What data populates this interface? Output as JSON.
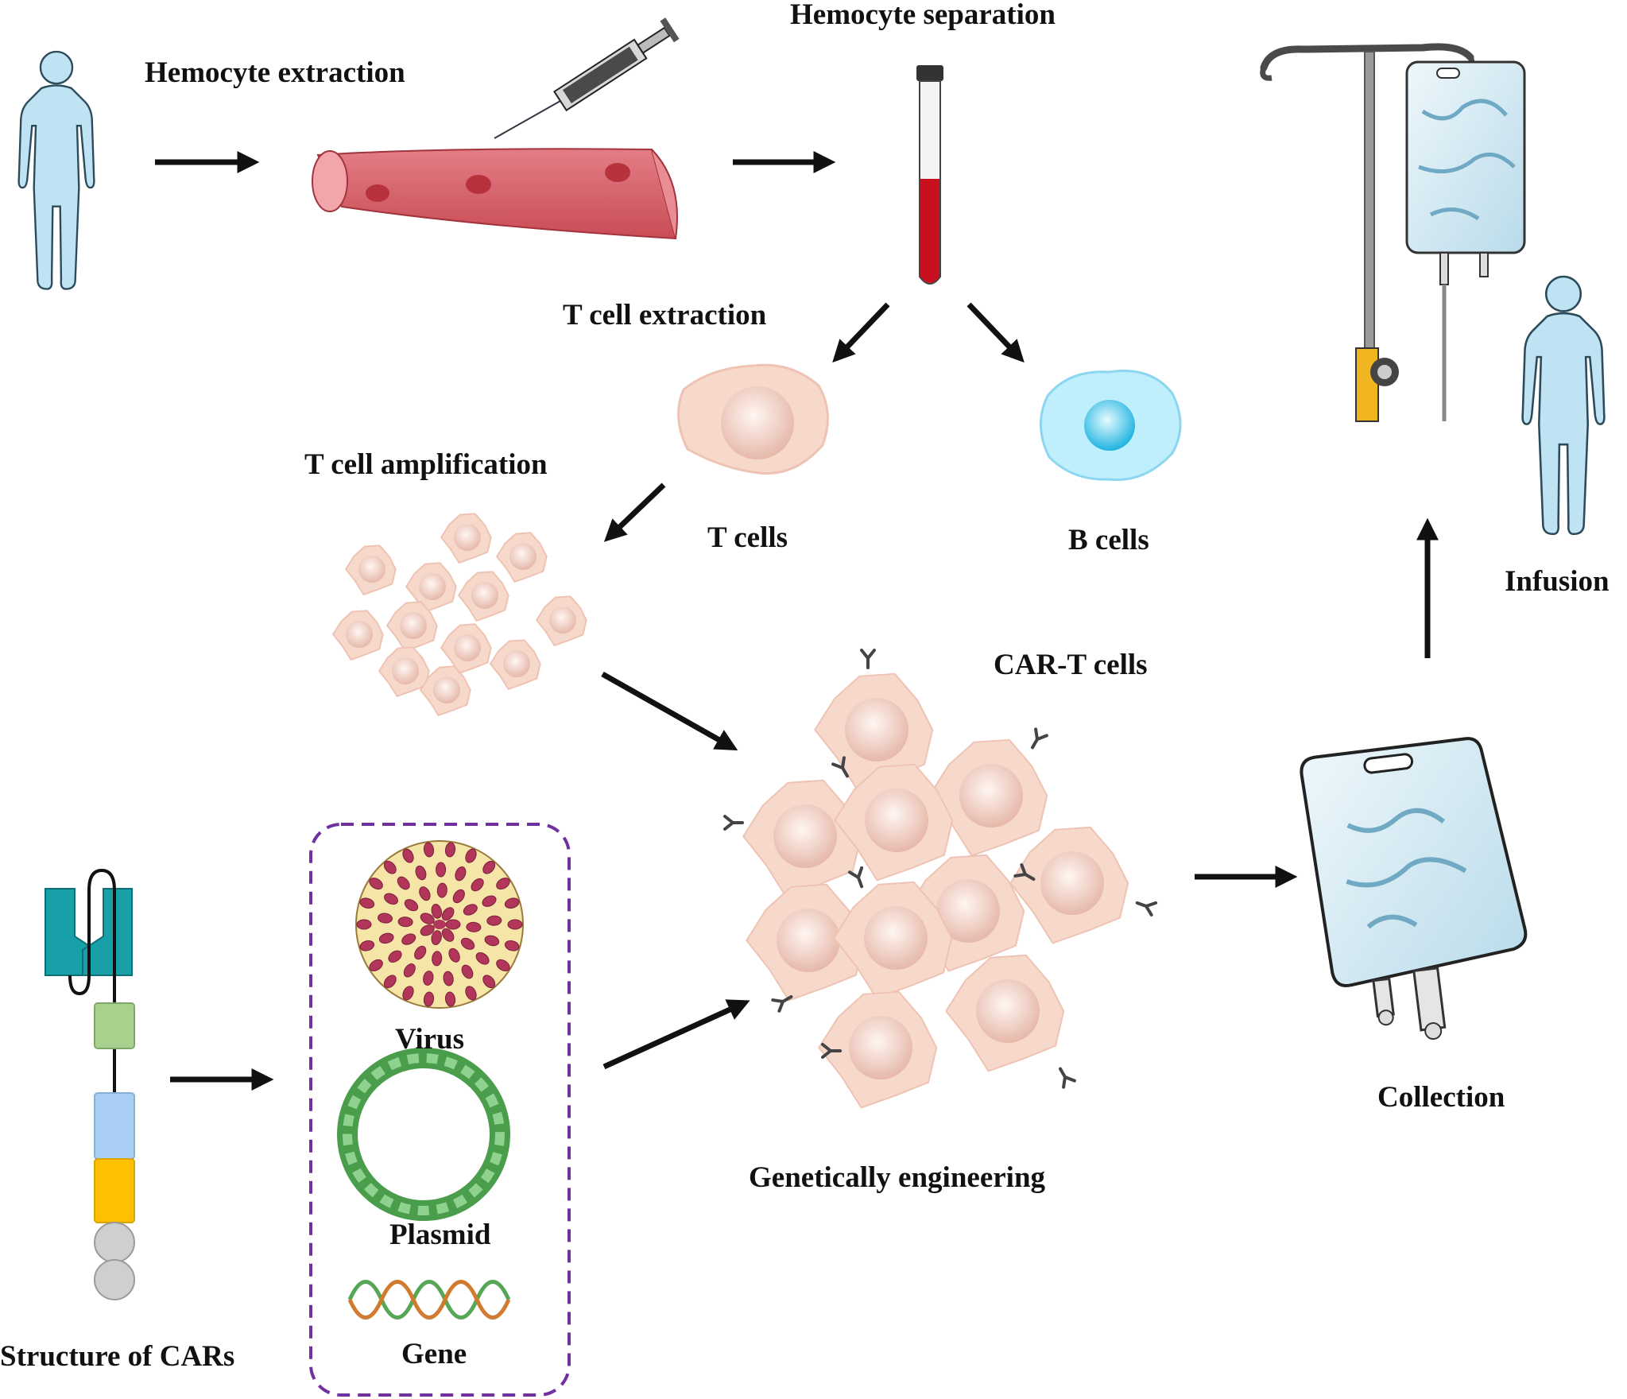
{
  "labels": {
    "hemocyte_extraction": "Hemocyte extraction",
    "hemocyte_separation": "Hemocyte separation",
    "t_cell_extraction": "T cell extraction",
    "t_cell_amplification": "T cell amplification",
    "t_cells": "T cells",
    "b_cells": "B cells",
    "infusion": "Infusion",
    "car_t_cells": "CAR-T cells",
    "collection": "Collection",
    "genetically_engineering": "Genetically engineering",
    "structure_of_cars": "Structure of CARs",
    "virus": "Virus",
    "plasmid": "Plasmid",
    "gene": "Gene"
  },
  "colors": {
    "human_silhouette": "#bfe3f2",
    "blood_vessel": "#d9646c",
    "blood": "#c8101e",
    "t_cell": "#f7d9cc",
    "b_cell": "#9fe0f5",
    "iv_bag": "#d8ecf5",
    "car_domain_1": "#17a0a8",
    "car_domain_2": "#a9d18e",
    "car_domain_3": "#a9cff5",
    "car_domain_4": "#ffc000",
    "car_domain_5": "#c9c9c9",
    "vector_box_border": "#7030a0",
    "virus_shell": "#f5e6a8",
    "virus_spike": "#b2355a",
    "plasmid": "#5cb85c"
  }
}
